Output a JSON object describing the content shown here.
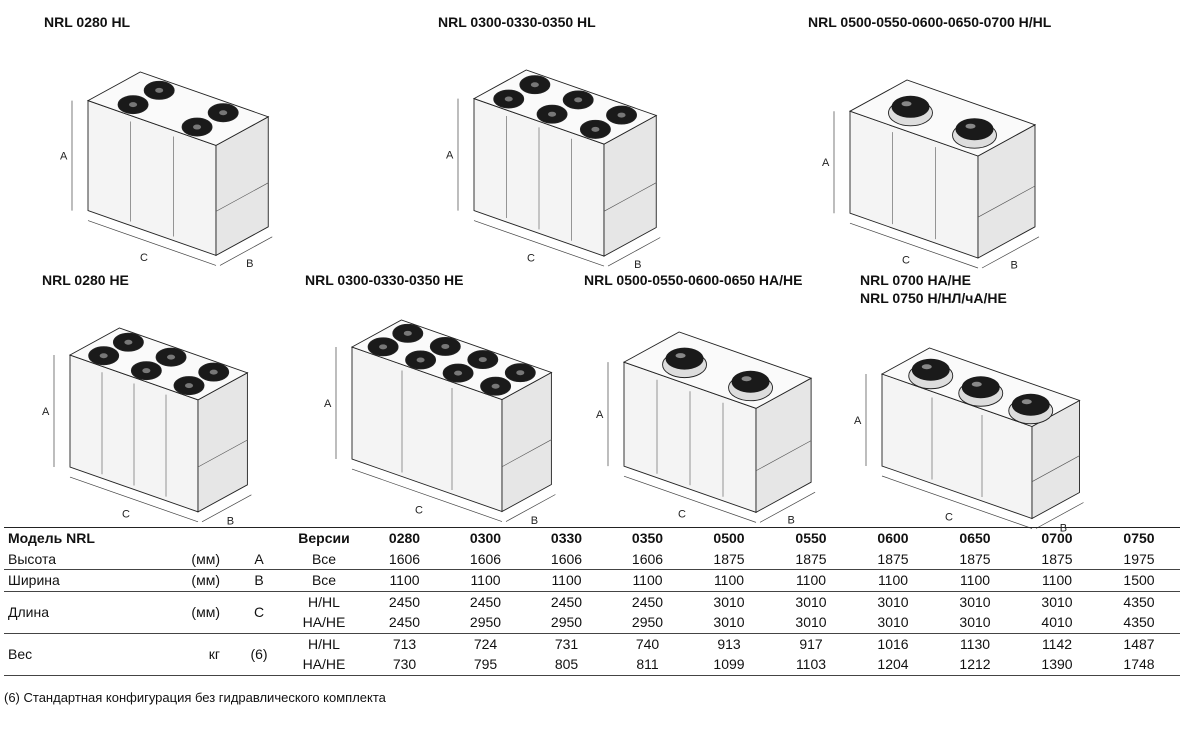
{
  "units": [
    {
      "title_lines": [
        "NRL 0280 HL"
      ],
      "fans": 4,
      "fan_style": "flat",
      "dim_labels": [
        "A",
        "C",
        "B"
      ]
    },
    {
      "title_lines": [
        "NRL 0300-0330-0350 HL"
      ],
      "fans": 6,
      "fan_style": "flat",
      "dim_labels": [
        "A",
        "C",
        "B"
      ]
    },
    {
      "title_lines": [
        "NRL 0500-0550-0600-0650-0700 H/HL"
      ],
      "fans": 2,
      "fan_style": "dome",
      "dim_labels": [
        "A",
        "C",
        "B"
      ]
    },
    {
      "title_lines": [
        "NRL 0280 HE"
      ],
      "fans": 6,
      "fan_style": "flat",
      "dim_labels": [
        "A",
        "C",
        "B"
      ]
    },
    {
      "title_lines": [
        "NRL 0300-0330-0350 HE"
      ],
      "fans": 8,
      "fan_style": "flat",
      "dim_labels": [
        "A",
        "C",
        "B"
      ]
    },
    {
      "title_lines": [
        "NRL 0500-0550-0600-0650 HA/HE"
      ],
      "fans": 2,
      "fan_style": "dome",
      "dim_labels": [
        "A",
        "C",
        "B"
      ]
    },
    {
      "title_lines": [
        "NRL 0700 HA/HE",
        "NRL 0750 H/НЛ/чA/HE"
      ],
      "fans": 3,
      "fan_style": "dome",
      "dim_labels": [
        "A",
        "C",
        "B"
      ]
    }
  ],
  "table": {
    "header_model": "Модель NRL",
    "header_versions": "Версии",
    "models": [
      "0280",
      "0300",
      "0330",
      "0350",
      "0500",
      "0550",
      "0600",
      "0650",
      "0700",
      "0750"
    ],
    "rows": [
      {
        "label": "Высота",
        "unit": "(мм)",
        "letter": "A",
        "versions": [
          {
            "name": "Все",
            "values": [
              "1606",
              "1606",
              "1606",
              "1606",
              "1875",
              "1875",
              "1875",
              "1875",
              "1875",
              "1975"
            ]
          }
        ]
      },
      {
        "label": "Ширина",
        "unit": "(мм)",
        "letter": "B",
        "versions": [
          {
            "name": "Все",
            "values": [
              "1100",
              "1100",
              "1100",
              "1100",
              "1100",
              "1100",
              "1100",
              "1100",
              "1100",
              "1500"
            ]
          }
        ]
      },
      {
        "label": "Длина",
        "unit": "(мм)",
        "letter": "C",
        "versions": [
          {
            "name": "H/HL",
            "values": [
              "2450",
              "2450",
              "2450",
              "2450",
              "3010",
              "3010",
              "3010",
              "3010",
              "3010",
              "4350"
            ]
          },
          {
            "name": "HA/HE",
            "values": [
              "2450",
              "2950",
              "2950",
              "2950",
              "3010",
              "3010",
              "3010",
              "3010",
              "4010",
              "4350"
            ]
          }
        ]
      },
      {
        "label": "Вес",
        "unit": "кг",
        "letter": "(6)",
        "versions": [
          {
            "name": "H/HL",
            "values": [
              "713",
              "724",
              "731",
              "740",
              "913",
              "917",
              "1016",
              "1130",
              "1142",
              "1487"
            ]
          },
          {
            "name": "HA/HE",
            "values": [
              "730",
              "795",
              "805",
              "811",
              "1099",
              "1103",
              "1204",
              "1212",
              "1390",
              "1748"
            ]
          }
        ]
      }
    ]
  },
  "footnote": "(6) Стандартная конфигурация без гидравлического комплекта"
}
